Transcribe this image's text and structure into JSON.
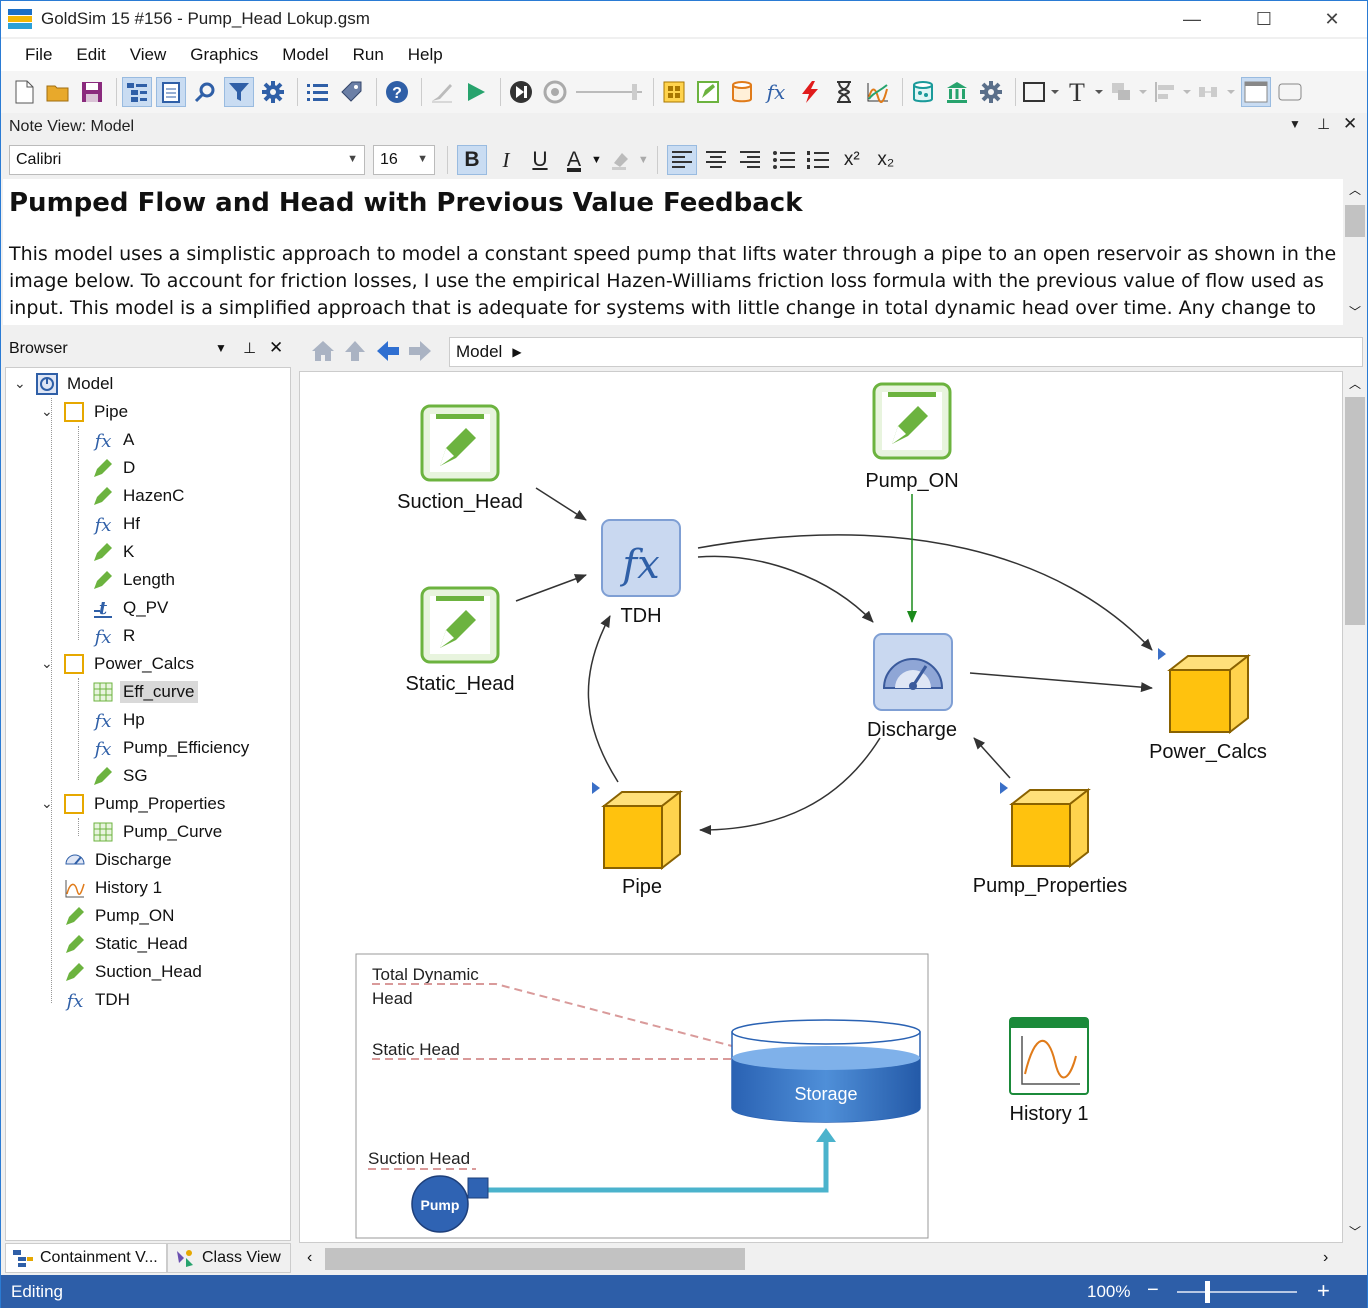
{
  "window": {
    "title": "GoldSim 15 #156  - Pump_Head Lokup.gsm",
    "minimize_glyph": "—",
    "maximize_glyph": "☐",
    "close_glyph": "✕"
  },
  "menu": [
    "File",
    "Edit",
    "View",
    "Graphics",
    "Model",
    "Run",
    "Help"
  ],
  "note_view": {
    "header_title": "Note View: Model",
    "font_name": "Calibri",
    "font_size": "16",
    "title": "Pumped Flow and Head with Previous Value Feedback",
    "paragraph": "This model uses a simplistic approach to model a constant speed pump that lifts water through a pipe to an open reservoir as shown in the image below.  To account for friction losses, I use the empirical Hazen-Williams friction loss formula with the previous value of flow used as input. This model is a simplified approach that is adequate for systems with little change in total dynamic head over time. Any change to the boundary"
  },
  "format_glyphs": {
    "bold": "B",
    "italic": "I",
    "underline": "U",
    "font_color": "A",
    "superscript": "x²",
    "subscript": "x₂"
  },
  "browser": {
    "title": "Browser",
    "tree": [
      {
        "label": "Model",
        "icon": "model-icon",
        "level": 0,
        "expanded": true
      },
      {
        "label": "Pipe",
        "icon": "container-icon",
        "level": 1,
        "expanded": true
      },
      {
        "label": "A",
        "icon": "expression-icon",
        "level": 2
      },
      {
        "label": "D",
        "icon": "data-icon",
        "level": 2
      },
      {
        "label": "HazenC",
        "icon": "data-icon",
        "level": 2
      },
      {
        "label": "Hf",
        "icon": "expression-icon",
        "level": 2
      },
      {
        "label": "K",
        "icon": "data-icon",
        "level": 2
      },
      {
        "label": "Length",
        "icon": "data-icon",
        "level": 2
      },
      {
        "label": "Q_PV",
        "icon": "previous-value-icon",
        "level": 2
      },
      {
        "label": "R",
        "icon": "expression-icon",
        "level": 2
      },
      {
        "label": "Power_Calcs",
        "icon": "container-icon",
        "level": 1,
        "expanded": true
      },
      {
        "label": "Eff_curve",
        "icon": "lookup-table-icon",
        "level": 2,
        "selected": true
      },
      {
        "label": "Hp",
        "icon": "expression-icon",
        "level": 2
      },
      {
        "label": "Pump_Efficiency",
        "icon": "expression-icon",
        "level": 2
      },
      {
        "label": "SG",
        "icon": "data-icon",
        "level": 2
      },
      {
        "label": "Pump_Properties",
        "icon": "container-icon",
        "level": 1,
        "expanded": true
      },
      {
        "label": "Pump_Curve",
        "icon": "lookup-table-icon",
        "level": 2
      },
      {
        "label": "Discharge",
        "icon": "gauge-icon",
        "level": 1
      },
      {
        "label": "History 1",
        "icon": "chart-icon",
        "level": 1
      },
      {
        "label": "Pump_ON",
        "icon": "data-icon",
        "level": 1
      },
      {
        "label": "Static_Head",
        "icon": "data-icon",
        "level": 1
      },
      {
        "label": "Suction_Head",
        "icon": "data-icon",
        "level": 1
      },
      {
        "label": "TDH",
        "icon": "expression-icon",
        "level": 1
      }
    ],
    "tabs": [
      "Containment V...",
      "Class View"
    ]
  },
  "breadcrumb": "Model",
  "graphics": {
    "nodes": {
      "suction_head": "Suction_Head",
      "static_head": "Static_Head",
      "tdh": "TDH",
      "pump_on": "Pump_ON",
      "discharge": "Discharge",
      "power_calcs": "Power_Calcs",
      "pipe": "Pipe",
      "pump_properties": "Pump_Properties",
      "history": "History 1"
    },
    "diagram": {
      "total_dynamic_head_1": "Total Dynamic",
      "total_dynamic_head_2": "Head",
      "static_head": "Static Head",
      "suction_head": "Suction Head",
      "storage": "Storage",
      "pump": "Pump"
    }
  },
  "status": {
    "text": "Editing",
    "zoom": "100%",
    "zoom_out": "−",
    "zoom_in": "+"
  },
  "colors": {
    "status_bar": "#2d5ea8",
    "data_element_green": "#6cb33f",
    "container_yellow": "#ffc20e",
    "expression_blue": "#2f5fa7",
    "storage_blue": "#2e6fbe",
    "pipe_cyan": "#4bb3cc"
  }
}
